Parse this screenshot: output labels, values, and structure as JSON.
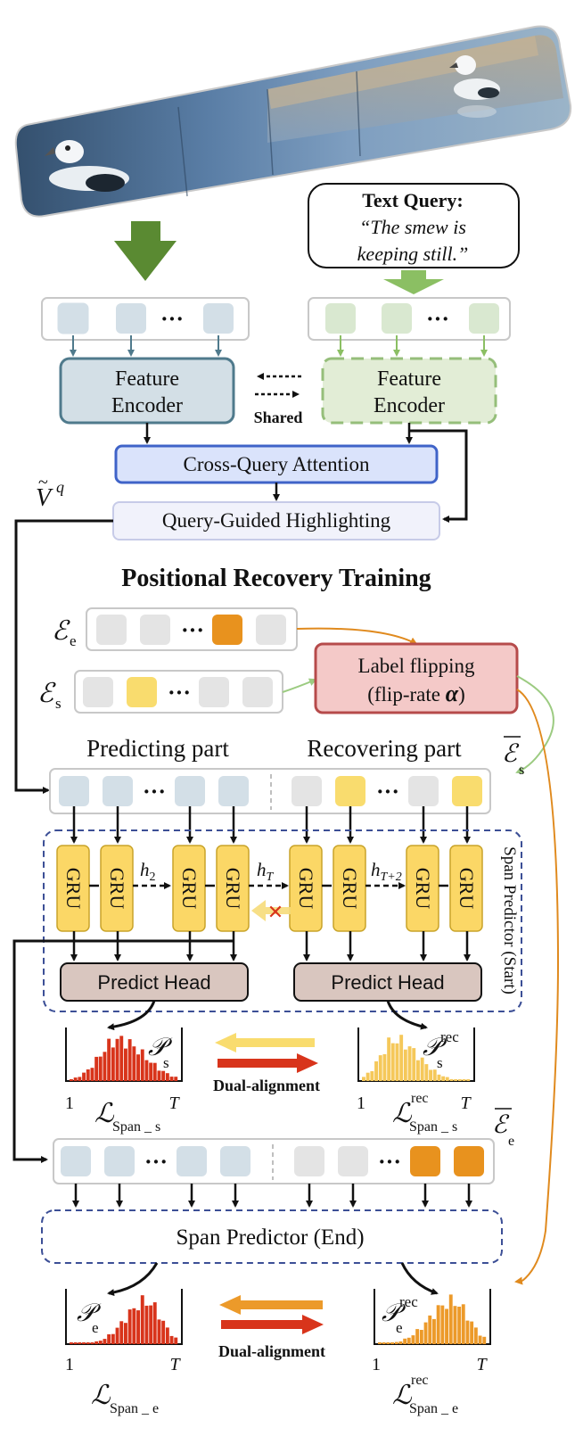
{
  "text_query": {
    "title": "Text Query:",
    "line1": "“The smew is",
    "line2": "keeping still.”"
  },
  "encoders": {
    "video_encoder_line1": "Feature",
    "video_encoder_line2": "Encoder",
    "text_encoder_line1": "Feature",
    "text_encoder_line2": "Encoder",
    "shared_label": "Shared"
  },
  "modules": {
    "cross_query_attention": "Cross-Query Attention",
    "query_guided_highlighting": "Query-Guided Highlighting",
    "v_tilde_q_base": "V",
    "v_tilde_q_sup": "q"
  },
  "training": {
    "title": "Positional Recovery Training",
    "e_e_label": "ℰ",
    "e_e_sub": "e",
    "e_s_label": "ℰ",
    "e_s_sub": "s",
    "label_flipping_line1": "Label flipping",
    "label_flipping_line2": "(flip-rate ",
    "label_flipping_alpha": "α",
    "label_flipping_close": ")",
    "predicting_part": "Predicting part",
    "recovering_part": "Recovering part",
    "e_s_bar_label": "ℰ",
    "e_s_bar_sub": "s",
    "e_e_bar_label": "ℰ",
    "e_e_bar_sub": "e"
  },
  "span_predictor_start": {
    "side_label": "Span Predictor (Start)",
    "gru_label": "GRU",
    "h2": "h",
    "h2_sub": "2",
    "hT": "h",
    "hT_sub": "T",
    "hT2": "h",
    "hT2_sub": "T+2",
    "predict_head_left": "Predict Head",
    "predict_head_right": "Predict Head",
    "cross_mark": "✕"
  },
  "start_outputs": {
    "p_s": "𝒫",
    "p_s_sub": "s",
    "p_s_rec": "𝒫",
    "p_s_rec_sub": "s",
    "p_s_rec_sup": "rec",
    "dual_alignment": "Dual-alignment",
    "l_span_s": "ℒ",
    "l_span_s_sub": "Span _ s",
    "l_span_s_rec": "ℒ",
    "l_span_s_rec_sub": "Span _ s",
    "l_span_s_rec_sup": "rec",
    "tick_left": "1",
    "tick_right": "T",
    "tick_left_rec": "1",
    "tick_right_rec": "T"
  },
  "span_predictor_end": {
    "label": "Span Predictor (End)"
  },
  "end_outputs": {
    "p_e": "𝒫",
    "p_e_sub": "e",
    "p_e_rec": "𝒫",
    "p_e_rec_sub": "e",
    "p_e_rec_sup": "rec",
    "dual_alignment": "Dual-alignment",
    "l_span_e": "ℒ",
    "l_span_e_sub": "Span _ e",
    "l_span_e_rec": "ℒ",
    "l_span_e_rec_sub": "Span _ e",
    "l_span_e_rec_sup": "rec",
    "tick_left": "1",
    "tick_right": "T",
    "tick_left_rec": "1",
    "tick_right_rec": "T"
  },
  "colors": {
    "video_token": "#d3dfe7",
    "text_token": "#d9e8d0",
    "encoder_video_fill": "#d3dfe6",
    "encoder_video_stroke": "#4f7a8c",
    "encoder_text_fill": "#e2edd6",
    "encoder_text_stroke": "#95be7a",
    "attention_fill": "#dae3fb",
    "attention_stroke": "#3f63c8",
    "highlight_fill": "#f1f2fb",
    "gru_fill": "#fbd766",
    "gru_stroke": "#c9a42a",
    "label_flip_fill": "#f4c9c8",
    "label_flip_stroke": "#b64b4b",
    "predict_head_fill": "#d9c6bf",
    "orange_token": "#e8921e",
    "yellow_token": "#f9dc6e",
    "gray_token": "#e4e4e4",
    "red_bar": "#d8341b",
    "yellow_bar": "#f5c85a",
    "orange_bar": "#ec9a2a",
    "big_arrow": "#5a8a32"
  }
}
